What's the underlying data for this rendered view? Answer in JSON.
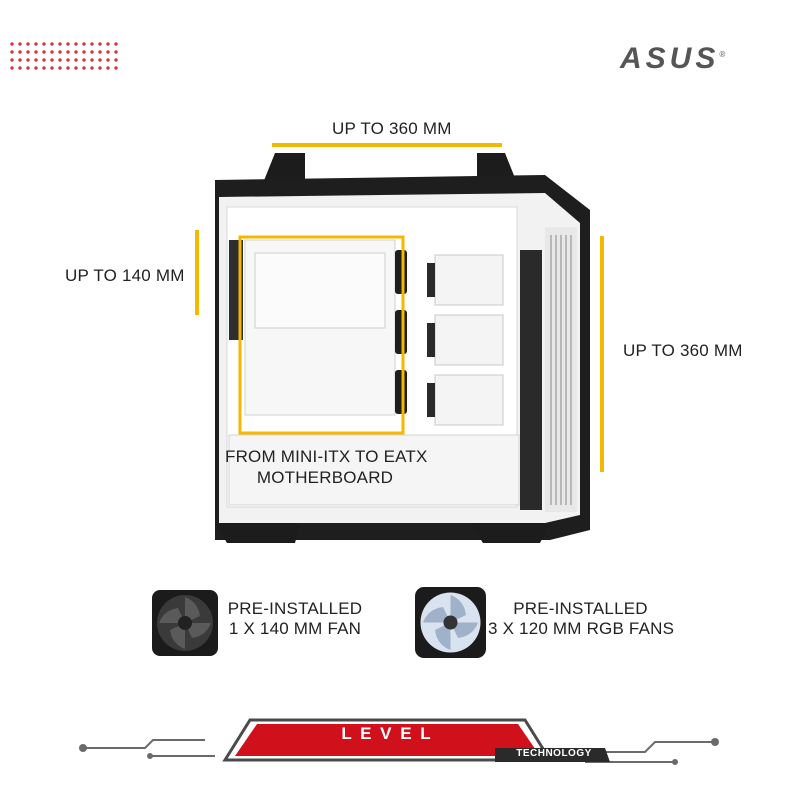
{
  "brand": {
    "logo_text": "ASUS",
    "registered_mark": "®"
  },
  "labels": {
    "top_radiator": "UP TO 360 MM",
    "rear_fan": "UP TO 140 MM",
    "front_radiator": "UP TO 360 MM",
    "motherboard_line1": "FROM MINI-ITX TO EATX",
    "motherboard_line2": "MOTHERBOARD",
    "fan1_line1": "PRE-INSTALLED",
    "fan1_line2": "1 X 140 MM FAN",
    "fan2_line1": "PRE-INSTALLED",
    "fan2_line2": "3 X 120 MM RGB FANS"
  },
  "footer": {
    "store_name": "L E V E L",
    "store_sub": "TECHNOLOGY"
  },
  "colors": {
    "accent_yellow": "#f5b800",
    "brand_red": "#d0101a",
    "dark": "#1a1a1a"
  },
  "icons": [
    "decorative-dot-grid",
    "asus-logo",
    "pc-case-illustration",
    "case-fan-140",
    "case-fan-120-rgb",
    "circuit-line-decoration"
  ]
}
